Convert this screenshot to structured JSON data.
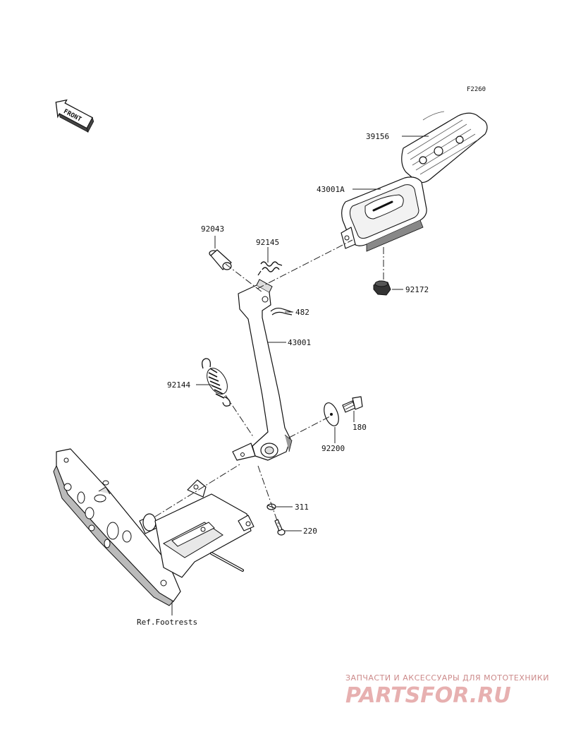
{
  "figure_code": "F2260",
  "front_label": "FRONT",
  "reference_label": "Ref.Footrests",
  "parts": {
    "p39156": "39156",
    "p43001A": "43001A",
    "p92043": "92043",
    "p92145": "92145",
    "p92172": "92172",
    "p482": "482",
    "p43001": "43001",
    "p92144": "92144",
    "p180": "180",
    "p92200": "92200",
    "p311": "311",
    "p220": "220"
  },
  "watermark": {
    "tagline": "ЗАПЧАСТИ И АКСЕССУАРЫ ДЛЯ МОТОТЕХНИКИ",
    "logo": "PARTSFOR.RU"
  }
}
